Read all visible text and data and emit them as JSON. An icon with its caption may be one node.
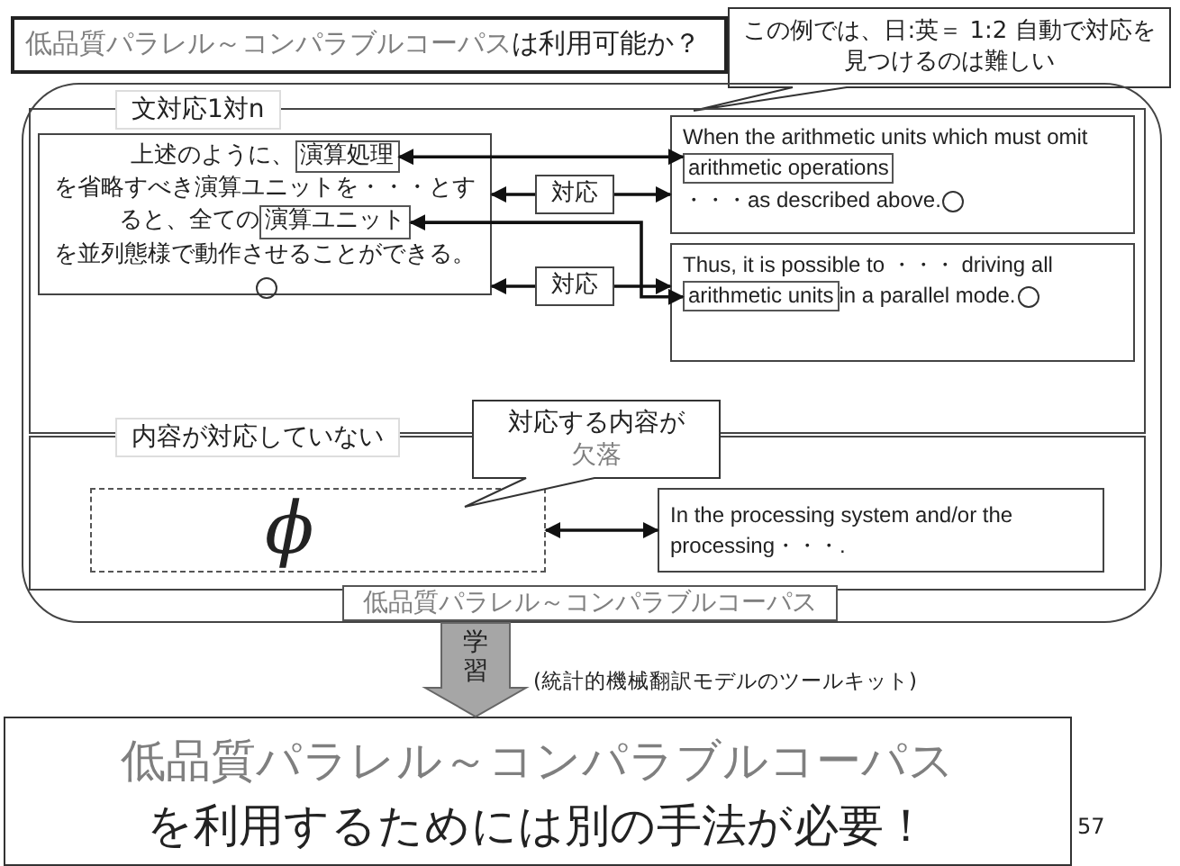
{
  "diagram": {
    "nodes": [
      {
        "text": [
          "低品質パラレル～コンパラブルコーパス",
          "は利用可能か？"
        ]
      },
      {
        "text": [
          "この例では、日:英＝ 1:2 自動で対応を見つけるのは難しい"
        ]
      },
      {
        "text": [
          "低品質パラレル～コンパラブルコーパス"
        ]
      },
      {
        "text": [
          "文対応1対n"
        ],
        "in": 2
      },
      {
        "text": [
          "上述のように、",
          "を省略すべき演算ユニットを・・・とすると、全ての",
          "を並列態様で動作させることができる。"
        ],
        "in": 3
      },
      {
        "text": [
          "演算処理"
        ],
        "in": 4
      },
      {
        "text": [
          "演算ユニット"
        ],
        "in": 4
      },
      {
        "text": [
          "対応"
        ],
        "in": 3
      },
      {
        "text": [
          "対応"
        ],
        "in": 3
      },
      {
        "text": [
          "When the arithmetic units which must omit",
          "・・・as described above."
        ],
        "in": 3
      },
      {
        "text": [
          "arithmetic operations"
        ],
        "in": 9
      },
      {
        "text": [
          "Thus, it is possible to ・・・ driving all",
          "in a parallel mode."
        ],
        "in": 3
      },
      {
        "text": [
          "arithmetic units"
        ],
        "in": 11
      },
      {
        "text": [
          "内容が対応していない"
        ],
        "in": 2
      },
      {
        "text": [
          "ϕ"
        ],
        "in": 13
      },
      {
        "text": [
          "対応する内容が",
          "欠落"
        ],
        "in": 2
      },
      {
        "text": [
          "In the processing system and/or the processing・・・."
        ],
        "in": 13
      },
      {
        "text": [
          "低品質パラレル～コンパラブルコーパス",
          "を利用するためには別の手法が必要！"
        ]
      }
    ],
    "edges": [
      {
        "from": 7,
        "to": 4,
        "arrow": "to"
      },
      {
        "from": 7,
        "to": 9,
        "arrow": "to"
      },
      {
        "from": 8,
        "to": 4,
        "arrow": "to"
      },
      {
        "from": 8,
        "to": 11,
        "arrow": "to"
      },
      {
        "from": 5,
        "to": 10,
        "arrow": "both"
      },
      {
        "from": 6,
        "to": 12,
        "arrow": "both"
      },
      {
        "from": 14,
        "to": 16,
        "arrow": "both"
      },
      {
        "from": 2,
        "to": 17,
        "arrow": "to",
        "label": "学習",
        "style": "thick",
        "color": "#a6a6a6"
      }
    ],
    "labels": [
      "(統計的機械翻訳モデルのツールキット)",
      "57"
    ]
  }
}
